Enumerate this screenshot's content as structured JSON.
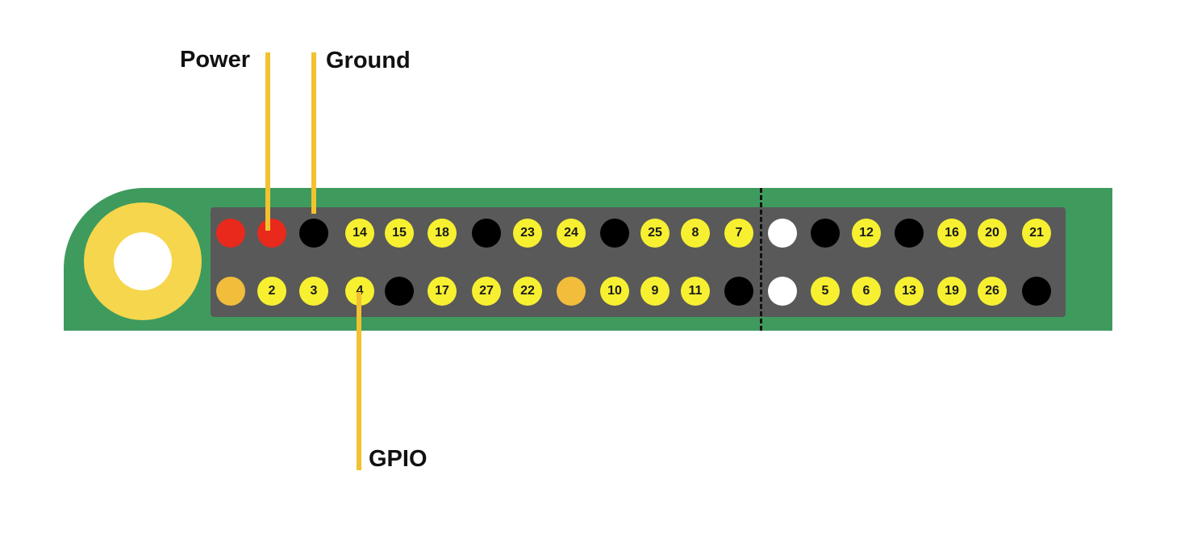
{
  "labels": {
    "power": "Power",
    "ground": "Ground",
    "gpio": "GPIO"
  },
  "colors": {
    "board": "#3f9a5e",
    "header": "#595959",
    "power": "#e8291c",
    "ground": "#000000",
    "gpio": "#f7f031",
    "other_power": "#f2bd3b",
    "white_pin": "#ffffff",
    "callout": "#f2c22f",
    "mount_ring": "#f6d64c"
  },
  "header": {
    "top_row": [
      {
        "type": "power",
        "label": ""
      },
      {
        "type": "power",
        "label": ""
      },
      {
        "type": "ground",
        "label": ""
      },
      {
        "type": "gpio",
        "label": "14"
      },
      {
        "type": "gpio",
        "label": "15"
      },
      {
        "type": "gpio",
        "label": "18"
      },
      {
        "type": "ground",
        "label": ""
      },
      {
        "type": "gpio",
        "label": "23"
      },
      {
        "type": "gpio",
        "label": "24"
      },
      {
        "type": "ground",
        "label": ""
      },
      {
        "type": "gpio",
        "label": "25"
      },
      {
        "type": "gpio",
        "label": "8"
      },
      {
        "type": "gpio",
        "label": "7"
      },
      {
        "type": "white",
        "label": ""
      },
      {
        "type": "ground",
        "label": ""
      },
      {
        "type": "gpio",
        "label": "12"
      },
      {
        "type": "ground",
        "label": ""
      },
      {
        "type": "gpio",
        "label": "16"
      },
      {
        "type": "gpio",
        "label": "20"
      },
      {
        "type": "gpio",
        "label": "21"
      }
    ],
    "bottom_row": [
      {
        "type": "other_power",
        "label": ""
      },
      {
        "type": "gpio",
        "label": "2"
      },
      {
        "type": "gpio",
        "label": "3"
      },
      {
        "type": "gpio",
        "label": "4"
      },
      {
        "type": "ground",
        "label": ""
      },
      {
        "type": "gpio",
        "label": "17"
      },
      {
        "type": "gpio",
        "label": "27"
      },
      {
        "type": "gpio",
        "label": "22"
      },
      {
        "type": "other_power",
        "label": ""
      },
      {
        "type": "gpio",
        "label": "10"
      },
      {
        "type": "gpio",
        "label": "9"
      },
      {
        "type": "gpio",
        "label": "11"
      },
      {
        "type": "ground",
        "label": ""
      },
      {
        "type": "white",
        "label": ""
      },
      {
        "type": "gpio",
        "label": "5"
      },
      {
        "type": "gpio",
        "label": "6"
      },
      {
        "type": "gpio",
        "label": "13"
      },
      {
        "type": "gpio",
        "label": "19"
      },
      {
        "type": "gpio",
        "label": "26"
      },
      {
        "type": "ground",
        "label": ""
      }
    ]
  }
}
